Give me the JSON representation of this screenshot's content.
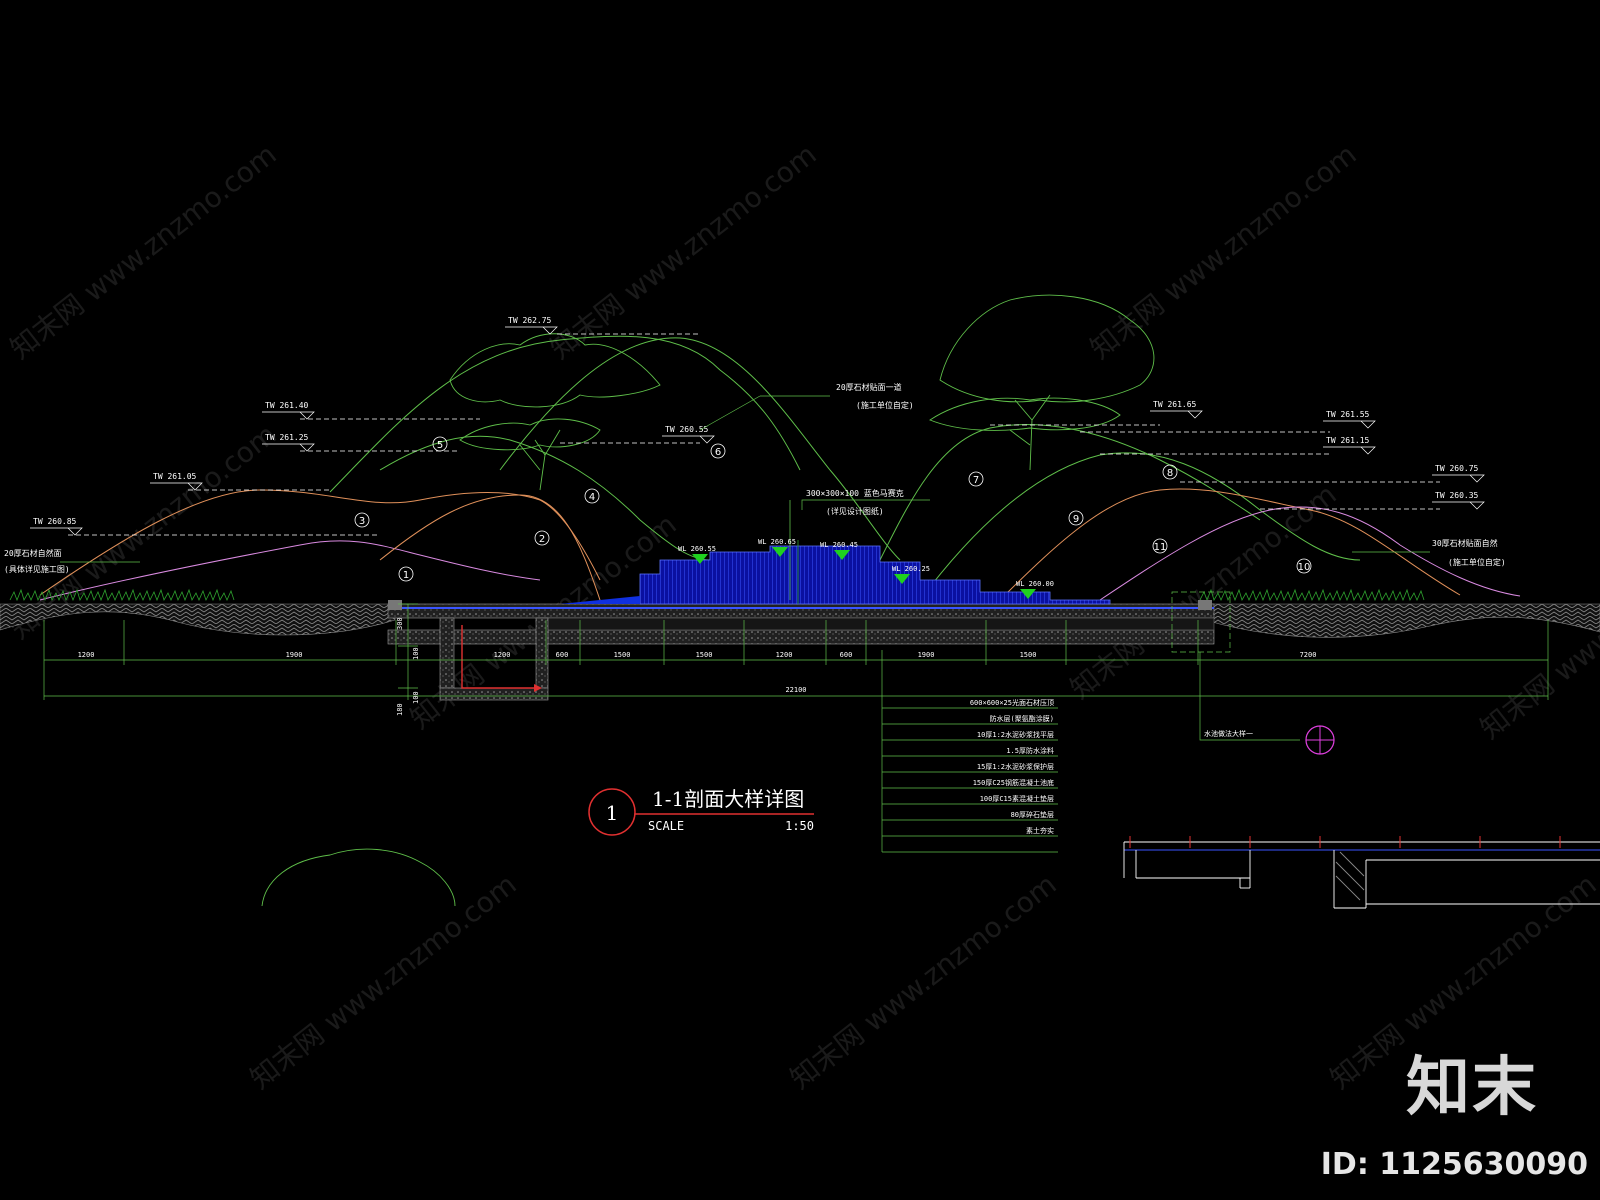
{
  "title": {
    "number": "1",
    "text": "1-1剖面大样详图",
    "scale_label": "SCALE",
    "scale_value": "1:50"
  },
  "elevations": [
    {
      "label": "TW 262.75"
    },
    {
      "label": "TW 261.40"
    },
    {
      "label": "TW 261.25"
    },
    {
      "label": "TW 261.05"
    },
    {
      "label": "TW 260.85"
    },
    {
      "label": "TW 260.55"
    },
    {
      "label": "TW 261.65"
    },
    {
      "label": "TW 261.55"
    },
    {
      "label": "TW 261.15"
    },
    {
      "label": "TW 260.75"
    },
    {
      "label": "TW 260.35"
    }
  ],
  "water_levels": [
    {
      "label": "WL 260.55"
    },
    {
      "label": "WL 260.65"
    },
    {
      "label": "WL 260.45"
    },
    {
      "label": "WL 260.25"
    },
    {
      "label": "WL 260.00"
    }
  ],
  "mound_numbers": [
    "1",
    "2",
    "3",
    "4",
    "5",
    "6",
    "7",
    "8",
    "9",
    "10",
    "11"
  ],
  "callouts": {
    "left_top": "20厚石材自然面",
    "left_bottom": "(具体详见施工图)",
    "center_top": "20厚石材贴面一道",
    "center_bottom": "(施工单位自定)",
    "pool_top": "300×300×100 蓝色马赛克",
    "pool_bottom": "(详见设计图纸)",
    "right_top": "30厚石材贴面自然",
    "right_bottom": "(施工单位自定)",
    "detail_ref": "水池做法大样一"
  },
  "dimensions": {
    "segments": [
      "1200",
      "1900",
      "1200",
      "600",
      "1500",
      "1500",
      "1200",
      "600",
      "1900",
      "1500",
      "7200"
    ],
    "total": "22100",
    "vertical": [
      "300",
      "100",
      "180",
      "100"
    ]
  },
  "layers": [
    "600×600×25光面石材压顶",
    "防水层(聚氨酯涂膜)",
    "10厚1:2水泥砂浆找平层",
    "1.5厚防水涂料",
    "15厚1:2水泥砂浆保护层",
    "150厚C25钢筋混凝土池底",
    "100厚C15素混凝土垫层",
    "80厚碎石垫层",
    "素土夯实"
  ],
  "watermark": "知末网 www.znzmo.com",
  "brand": {
    "logo": "知末",
    "id": "ID: 1125630090"
  }
}
